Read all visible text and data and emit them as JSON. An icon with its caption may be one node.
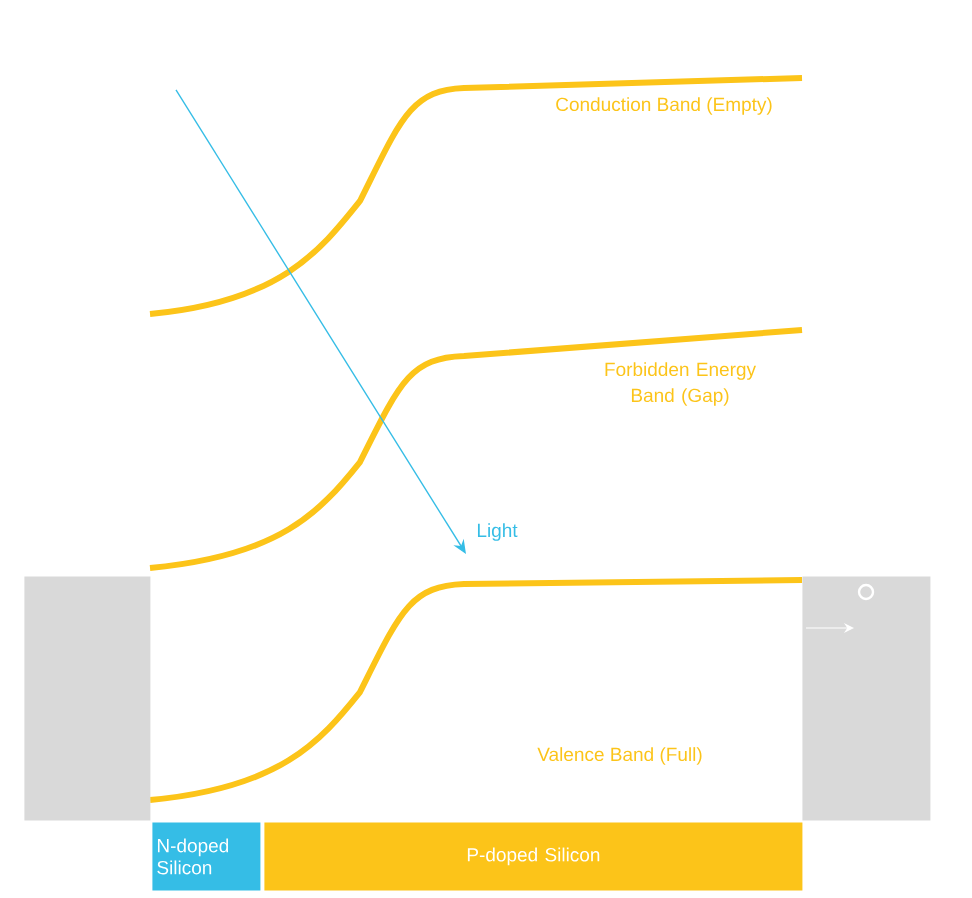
{
  "diagram": {
    "nodes": [
      {
        "text": [],
        "shape": "box"
      },
      {
        "text": [],
        "shape": "box"
      },
      {
        "text": [
          "N-doped Silicon"
        ]
      },
      {
        "text": [
          "P-doped Silicon"
        ]
      }
    ],
    "edges": [],
    "labels": [
      "Conduction Band (Empty)",
      "Forbidden Energy Band (Gap)",
      "Light",
      "Valence Band (Full)"
    ]
  }
}
